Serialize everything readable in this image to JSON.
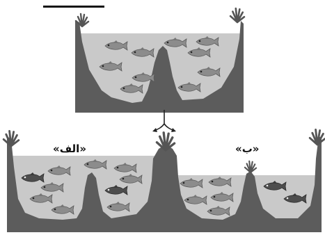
{
  "top_basin": {
    "label_box": ""
  },
  "basins": [
    {
      "id": "alef",
      "label": "«الف»"
    },
    {
      "id": "be",
      "label": "«ب»"
    }
  ],
  "colors": {
    "water": "#c9c9c9",
    "rock_dark": "#5b5b5b",
    "rock_mid": "#6e6e6e",
    "fish": "#8a8a8a",
    "fish_dark": "#4a4a4a",
    "arrow": "#222222"
  },
  "icons": [
    "fish-icon",
    "coral-icon",
    "split-arrow-icon"
  ]
}
